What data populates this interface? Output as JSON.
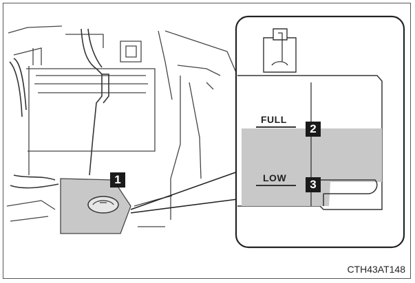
{
  "callouts": {
    "one": "1",
    "two": "2",
    "three": "3"
  },
  "levels": {
    "full": "FULL",
    "low": "LOW"
  },
  "figure_code": "CTH43AT148",
  "colors": {
    "fluid": "#c8c8c8",
    "line": "#333333",
    "callout_bg": "#1a1a1a"
  }
}
